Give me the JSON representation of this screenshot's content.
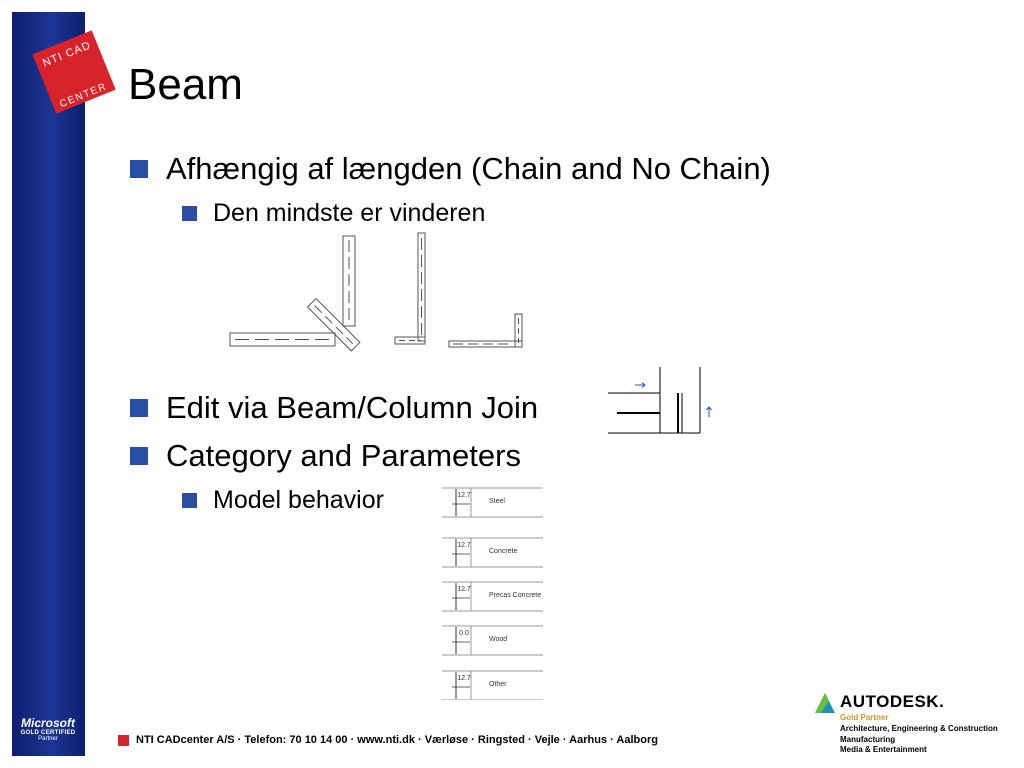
{
  "logo": {
    "line1": "NTI CAD",
    "line2": "CENTER"
  },
  "title": "Beam",
  "bullets": [
    {
      "text": "Afhængig af længden (Chain and No Chain)"
    },
    {
      "text": "Den mindste er vinderen"
    },
    {
      "text": "Edit via Beam/Column Join"
    },
    {
      "text": "Category and Parameters"
    },
    {
      "text": "Model behavior"
    }
  ],
  "materials": [
    {
      "dim": "12.7",
      "label": "Steel"
    },
    {
      "dim": "12.7",
      "label": "Concrete"
    },
    {
      "dim": "12.7",
      "label": "Precas Concrete"
    },
    {
      "dim": "0.0",
      "label": "Wood"
    },
    {
      "dim": "12.7",
      "label": "Other"
    }
  ],
  "footer": "NTI CADcenter A/S · Telefon: 70 10 14 00 · www.nti.dk · Værløse · Ringsted · Vejle · Aarhus · Aalborg",
  "partner_left": {
    "brand": "Microsoft",
    "level": "GOLD CERTIFIED",
    "type": "Partner"
  },
  "partner_right": {
    "brand": "AUTODESK.",
    "level": "Gold Partner",
    "industries": [
      "Architecture, Engineering & Construction",
      "Manufacturing",
      "Media & Entertainment"
    ]
  },
  "colors": {
    "sidebar": "#1c3595",
    "bullet": "#2b4da5",
    "logo_red": "#d9232a",
    "footer_red": "#d9232a"
  }
}
